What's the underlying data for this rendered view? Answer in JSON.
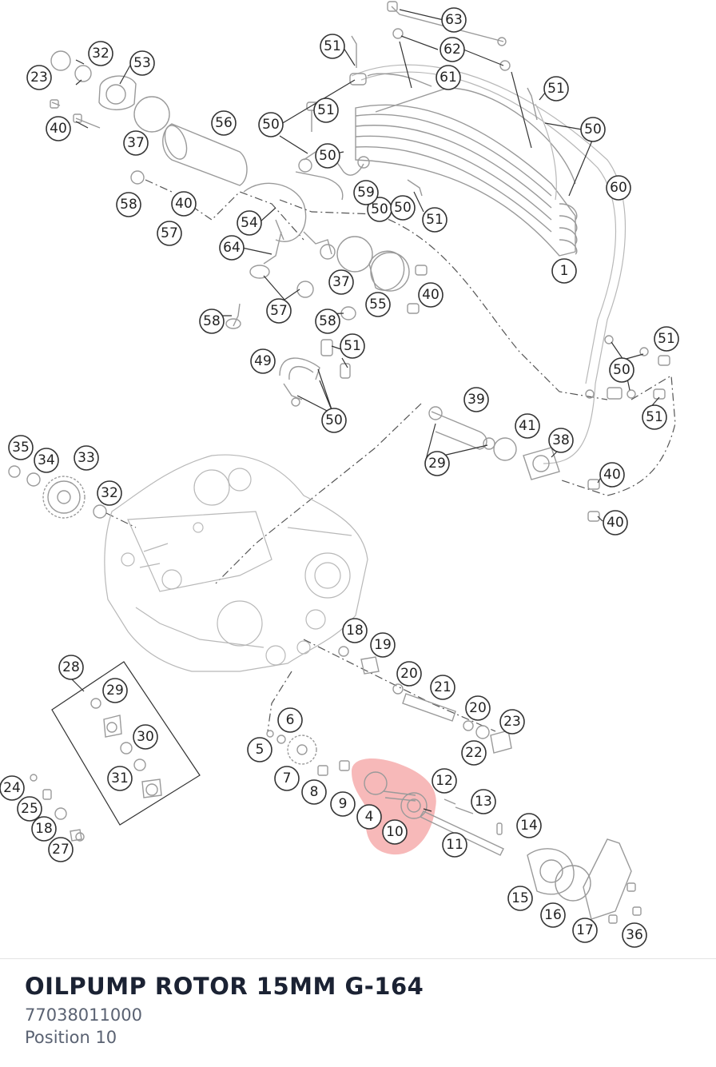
{
  "part": {
    "title": "OILPUMP ROTOR 15MM G-164",
    "number": "77038011000",
    "position": "Position 10"
  },
  "highlight_color": "#f28b8b",
  "callouts": [
    "63",
    "62",
    "61",
    "51",
    "51",
    "50",
    "51",
    "50",
    "50",
    "50",
    "59",
    "50",
    "51",
    "60",
    "1",
    "23",
    "32",
    "53",
    "40",
    "37",
    "56",
    "58",
    "57",
    "54",
    "64",
    "37",
    "57",
    "58",
    "58",
    "55",
    "40",
    "40",
    "49",
    "51",
    "50",
    "51",
    "50",
    "51",
    "39",
    "41",
    "38",
    "29",
    "40",
    "40",
    "35",
    "34",
    "33",
    "32",
    "18",
    "19",
    "20",
    "21",
    "20",
    "23",
    "22",
    "28",
    "29",
    "30",
    "31",
    "6",
    "5",
    "7",
    "8",
    "9",
    "4",
    "10",
    "12",
    "13",
    "14",
    "11",
    "24",
    "25",
    "18",
    "27",
    "15",
    "16",
    "17",
    "36"
  ]
}
